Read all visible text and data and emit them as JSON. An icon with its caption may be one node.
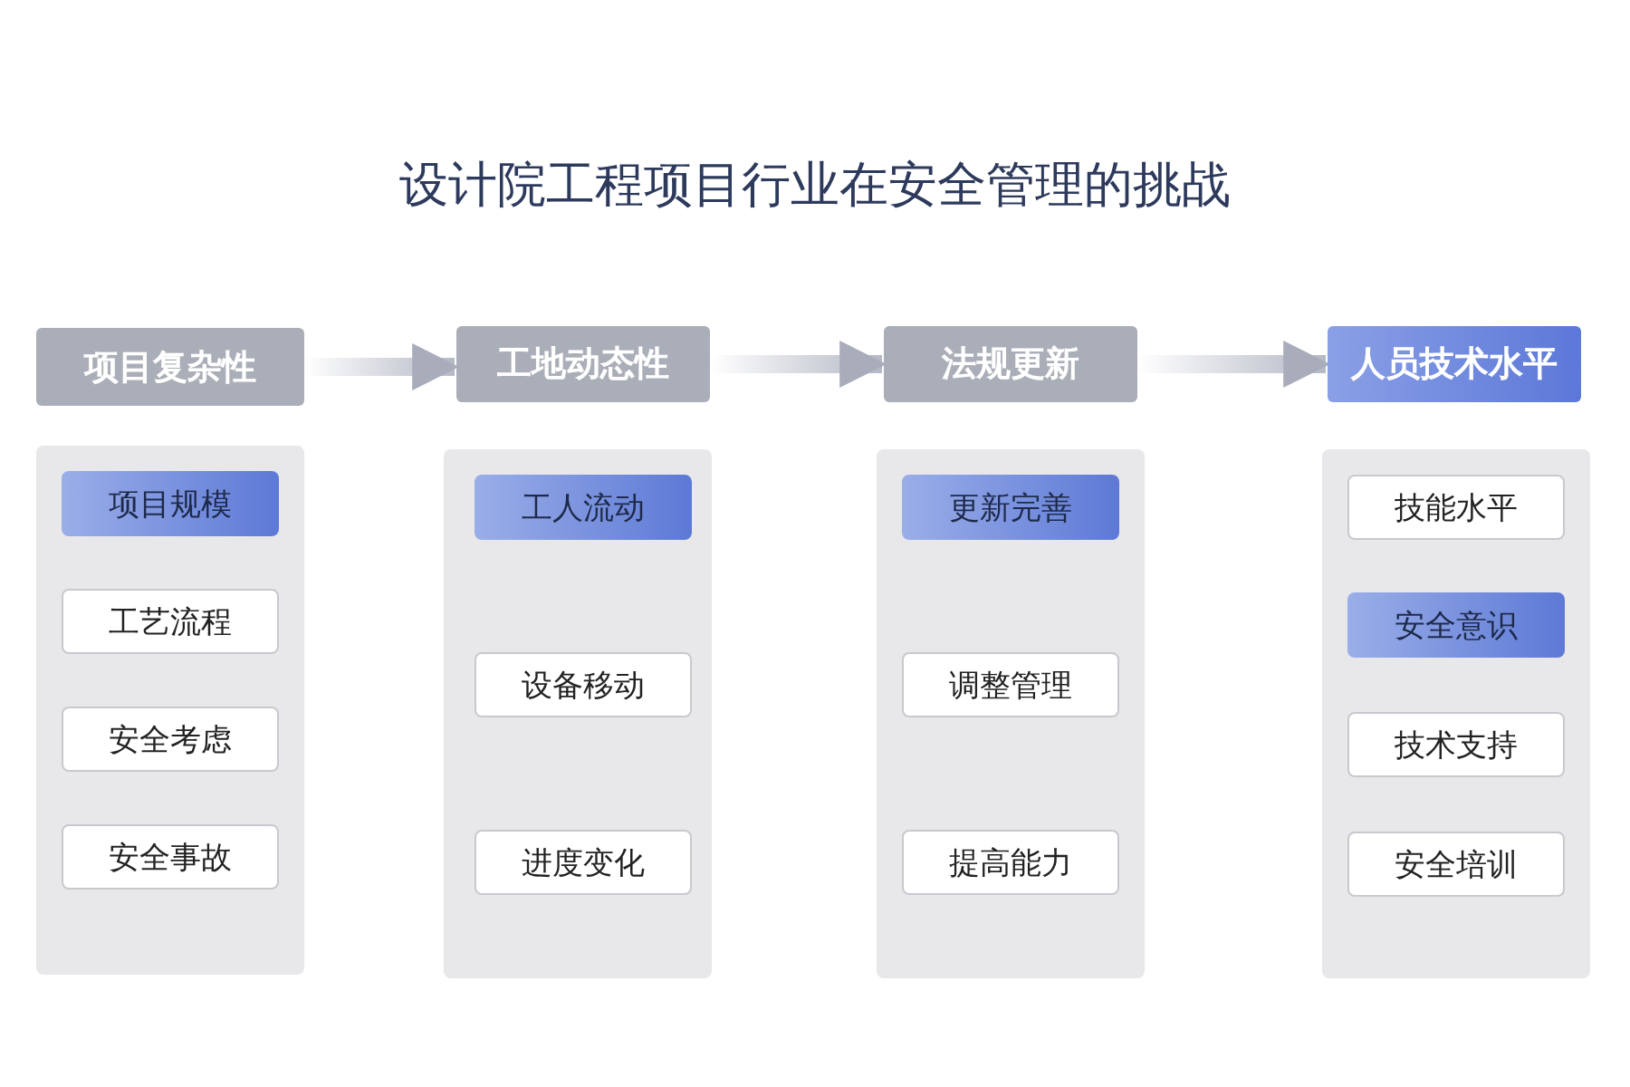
{
  "diagram": {
    "title": "设计院工程项目行业在安全管理的挑战",
    "nodes": [
      {
        "text": [
          "项目复杂性"
        ]
      },
      {
        "text": [
          "工地动态性"
        ]
      },
      {
        "text": [
          "法规更新"
        ]
      },
      {
        "text": [
          "人员技术水平"
        ]
      },
      {
        "text": [],
        "shape": "box"
      },
      {
        "text": [
          "项目规模"
        ],
        "in": 4
      },
      {
        "text": [
          "工艺流程"
        ],
        "in": 4
      },
      {
        "text": [
          "安全考虑"
        ],
        "in": 4
      },
      {
        "text": [
          "安全事故"
        ],
        "in": 4
      },
      {
        "text": [],
        "shape": "box"
      },
      {
        "text": [
          "工人流动"
        ],
        "in": 9
      },
      {
        "text": [
          "设备移动"
        ],
        "in": 9
      },
      {
        "text": [
          "进度变化"
        ],
        "in": 9
      },
      {
        "text": [],
        "shape": "box"
      },
      {
        "text": [
          "更新完善"
        ],
        "in": 13
      },
      {
        "text": [
          "调整管理"
        ],
        "in": 13
      },
      {
        "text": [
          "提高能力"
        ],
        "in": 13
      },
      {
        "text": [],
        "shape": "box"
      },
      {
        "text": [
          "技能水平"
        ],
        "in": 17
      },
      {
        "text": [
          "安全意识"
        ],
        "in": 17
      },
      {
        "text": [
          "技术支持"
        ],
        "in": 17
      },
      {
        "text": [
          "安全培训"
        ],
        "in": 17
      }
    ],
    "edges": [
      {
        "from": 0,
        "to": 1,
        "arrow": "to"
      },
      {
        "from": 1,
        "to": 2,
        "arrow": "to"
      },
      {
        "from": 2,
        "to": 3,
        "arrow": "to"
      }
    ]
  }
}
